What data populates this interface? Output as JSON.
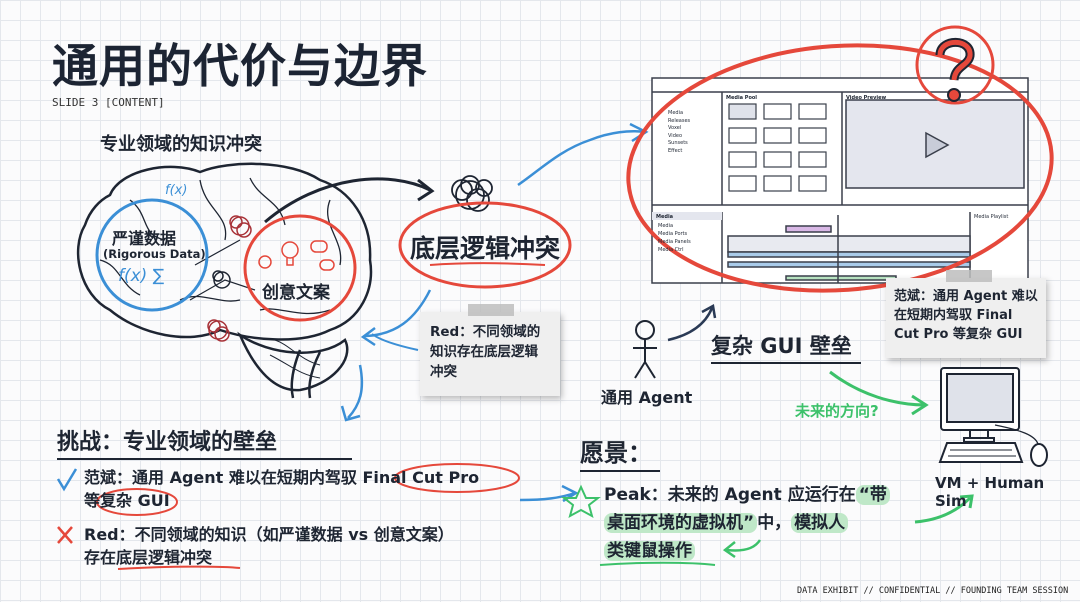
{
  "header": {
    "title": "通用的代价与边界",
    "subtitle": "SLIDE 3 [CONTENT]"
  },
  "brain": {
    "title": "专业领域的知识冲突",
    "rigorous_cn": "严谨数据",
    "rigorous_en": "(Rigorous Data)",
    "formula_top": "f(x)",
    "formula": "f(x) ∑",
    "creative": "创意文案"
  },
  "conflict": {
    "label": "底层逻辑冲突"
  },
  "note_red": {
    "text": "Red：不同领域的知识存在底层逻辑冲突"
  },
  "challenge": {
    "heading": "挑战：专业领域的壁垒",
    "items": [
      {
        "icon": "check-icon",
        "color": "#3b8fd6",
        "parts": [
          "范斌：通用 Agent 难以在短期内驾驭 ",
          "Final Cut Pro",
          "等",
          "复杂 GUI"
        ]
      },
      {
        "icon": "cross-icon",
        "color": "#e5483b",
        "parts": [
          "Red：不同领域的知识（如严谨数据 vs 创意文案）",
          "存在",
          "底层逻辑冲突"
        ]
      }
    ]
  },
  "gui_mock": {
    "media_pool": "Media Pool",
    "video_preview": "Video Preview",
    "media": "Media",
    "media_playlist": "Media Playlist",
    "tree": [
      "Media",
      "Releases",
      "Voxel",
      "Video",
      "Sunsets",
      "Effect"
    ],
    "tracks": [
      "Media",
      "Media Ports",
      "Media Panels",
      "Media Ctrl"
    ]
  },
  "note_fanbin": {
    "text": "范斌：通用 Agent 难以在短期内驾驭 Final Cut Pro 等复杂 GUI"
  },
  "agent": {
    "label": "通用 Agent",
    "barrier": "复杂 GUI 壁垒"
  },
  "future": {
    "label": "未来的方向?",
    "computer_label": "VM + Human Sim"
  },
  "vision": {
    "heading": "愿景：",
    "line1_prefix": "Peak：未来的 Agent 应运行在",
    "hl1": "“带",
    "hl2": "桌面环境的虚拟机”",
    "mid": "中，",
    "hl3": "模拟人",
    "hl4": "类键鼠操作"
  },
  "footer": "DATA EXHIBIT // CONFIDENTIAL // FOUNDING TEAM SESSION",
  "colors": {
    "ink": "#1e2532",
    "red": "#e5483b",
    "blue": "#3b8fd6",
    "green": "#3cc16a",
    "highlight": "#bfe8c8"
  }
}
